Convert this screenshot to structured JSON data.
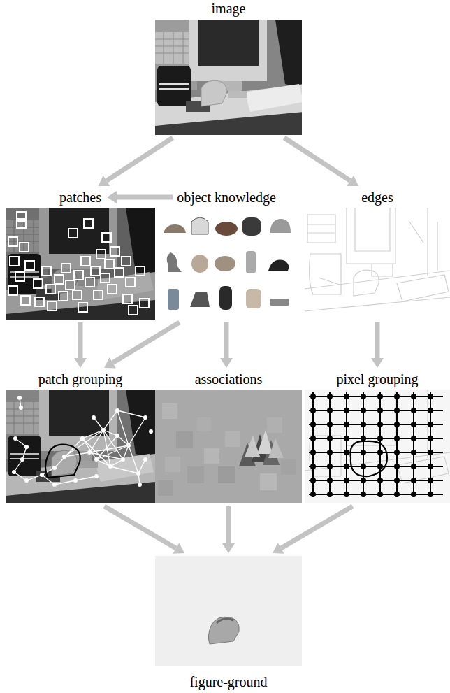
{
  "diagram": {
    "nodes": [
      {
        "text": [
          "image"
        ]
      },
      {
        "text": [
          "patches"
        ]
      },
      {
        "text": [
          "object knowledge"
        ]
      },
      {
        "text": [
          "edges"
        ]
      },
      {
        "text": [
          "patch grouping"
        ]
      },
      {
        "text": [
          "associations"
        ]
      },
      {
        "text": [
          "pixel grouping"
        ]
      },
      {
        "text": [
          "figure-ground"
        ]
      }
    ],
    "edges": [
      {
        "from": 0,
        "to": 1,
        "arrow": "to"
      },
      {
        "from": 0,
        "to": 3,
        "arrow": "to"
      },
      {
        "from": 2,
        "to": 1,
        "arrow": "to"
      },
      {
        "from": 1,
        "to": 4,
        "arrow": "to"
      },
      {
        "from": 2,
        "to": 4,
        "arrow": "to"
      },
      {
        "from": 2,
        "to": 5,
        "arrow": "to"
      },
      {
        "from": 3,
        "to": 6,
        "arrow": "to"
      },
      {
        "from": 4,
        "to": 7,
        "arrow": "to"
      },
      {
        "from": 5,
        "to": 7,
        "arrow": "to"
      },
      {
        "from": 6,
        "to": 7,
        "arrow": "to"
      }
    ]
  }
}
